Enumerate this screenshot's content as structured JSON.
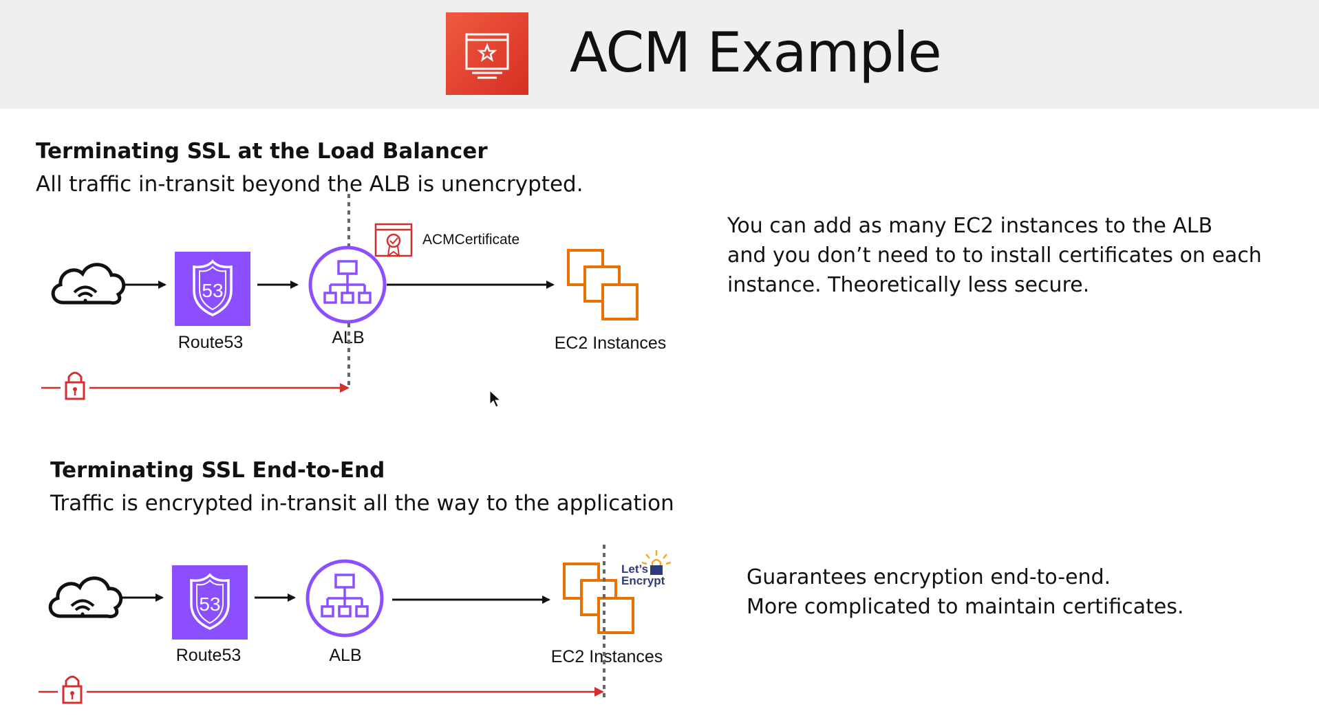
{
  "header": {
    "title": "ACM Example",
    "logo_icon": "certificate-manager-icon",
    "logo_color": "#e03a2c"
  },
  "section1": {
    "heading": "Terminating SSL at the Load Balancer",
    "subtitle": "All traffic in-transit beyond the ALB is unencrypted.",
    "nodes": {
      "route53": "Route53",
      "alb": "ALB",
      "ec2": "EC2 Instances",
      "certificate": "ACMCertificate"
    },
    "note_lines": [
      "You can add as many EC2 instances to the ALB",
      "and you don’t need to to install certificates on each",
      "instance. Theoretically less secure."
    ]
  },
  "section2": {
    "heading": "Terminating SSL End-to-End",
    "subtitle": "Traffic is encrypted in-transit all the way to the application",
    "nodes": {
      "route53": "Route53",
      "alb": "ALB",
      "ec2": "EC2 Instances",
      "lets_encrypt_line1": "Let’s",
      "lets_encrypt_line2": "Encrypt"
    },
    "note_lines": [
      "Guarantees encryption end-to-end.",
      "More complicated to maintain certificates."
    ]
  },
  "colors": {
    "route53": "#8c4fff",
    "alb": "#8c4fff",
    "ec2": "#ed7100",
    "encrypted_path": "#d32f2f",
    "lets_encrypt_blue": "#2c3c78",
    "lets_encrypt_yellow": "#f9a825"
  }
}
